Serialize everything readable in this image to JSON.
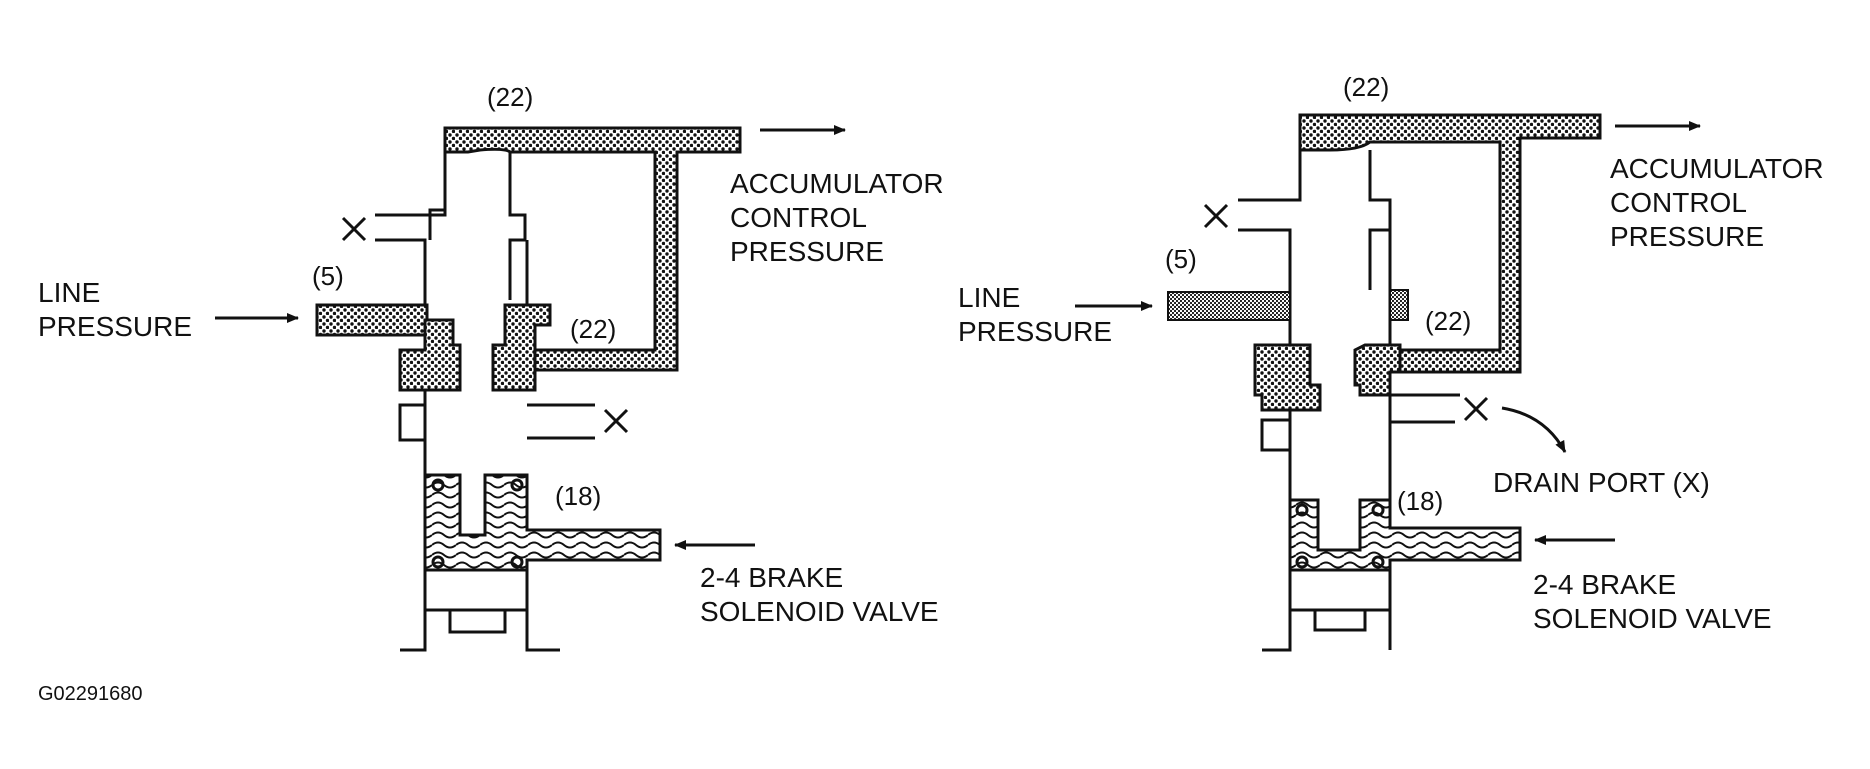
{
  "figure_code": "G02291680",
  "left_valve": {
    "port_22_top": "(22)",
    "port_5": "(5)",
    "port_22_side": "(22)",
    "port_18": "(18)",
    "line_pressure": [
      "LINE",
      "PRESSURE"
    ],
    "accumulator": [
      "ACCUMULATOR",
      "CONTROL",
      "PRESSURE"
    ],
    "solenoid": [
      "2-4 BRAKE",
      "SOLENOID VALVE"
    ]
  },
  "right_valve": {
    "port_22_top": "(22)",
    "port_5": "(5)",
    "port_22_side": "(22)",
    "port_18": "(18)",
    "line_pressure": [
      "LINE",
      "PRESSURE"
    ],
    "accumulator": [
      "ACCUMULATOR",
      "CONTROL",
      "PRESSURE"
    ],
    "solenoid": [
      "2-4 BRAKE",
      "SOLENOID VALVE"
    ],
    "drain_port": "DRAIN PORT (X)"
  }
}
